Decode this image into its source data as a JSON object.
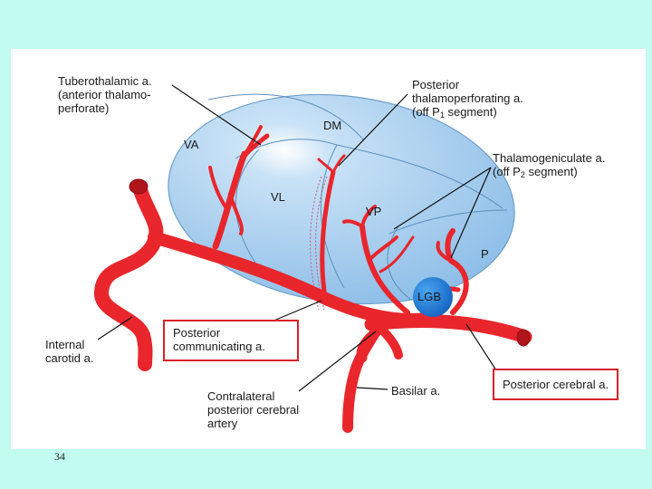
{
  "regions": {
    "va": "VA",
    "dm": "DM",
    "vl": "VL",
    "vp": "VP",
    "p": "P",
    "lgb": "LGB"
  },
  "labels": {
    "tuberothalamic": "Tuberothalamic a.\n(anterior thalamo-\nperforate)",
    "posterior_thalamoperforating": {
      "line1": "Posterior",
      "line2": "thalamoperforating a.",
      "line3_prefix": "(off P",
      "line3_sub": "1",
      "line3_suffix": " segment)"
    },
    "thalamogeniculate": {
      "line1": "Thalamogeniculate a.",
      "line2_prefix": "(off P",
      "line2_sub": "2",
      "line2_suffix": " segment)"
    },
    "internal_carotid": "Internal\ncarotid a.",
    "posterior_communicating": "Posterior\ncommunicating a.",
    "contralateral_pca": "Contralateral\nposterior cerebral\nartery",
    "basilar": "Basilar a.",
    "posterior_cerebral": "Posterior cerebral a."
  },
  "page_number": "34",
  "colors": {
    "background": "#c2fbf0",
    "thalamus_fill": "#9fc9ec",
    "artery": "#e8262c",
    "highlight_box": "#d8222a",
    "lgb": "#1c77d2"
  }
}
